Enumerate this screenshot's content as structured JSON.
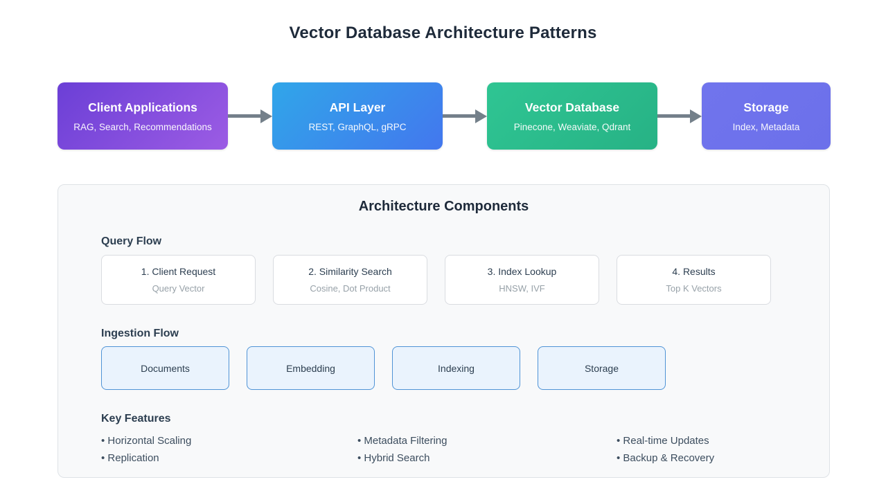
{
  "page": {
    "title": "Vector Database Architecture Patterns"
  },
  "flow": {
    "nodes": [
      {
        "title": "Client Applications",
        "subtitle": "RAG, Search, Recommendations",
        "gradient_from": "#6b3fd6",
        "gradient_to": "#9c5ce4"
      },
      {
        "title": "API Layer",
        "subtitle": "REST, GraphQL, gRPC",
        "gradient_from": "#30a6e9",
        "gradient_to": "#4377ee"
      },
      {
        "title": "Vector Database",
        "subtitle": "Pinecone, Weaviate, Qdrant",
        "gradient_from": "#2fc593",
        "gradient_to": "#27b285"
      },
      {
        "title": "Storage",
        "subtitle": "Index, Metadata",
        "gradient_from": "#7074ed",
        "gradient_to": "#6c70ea"
      }
    ],
    "arrow_color": "#74808a"
  },
  "panel": {
    "title": "Architecture Components",
    "query_flow": {
      "heading": "Query Flow",
      "steps": [
        {
          "title": "1. Client Request",
          "subtitle": "Query Vector"
        },
        {
          "title": "2. Similarity Search",
          "subtitle": "Cosine, Dot Product"
        },
        {
          "title": "3. Index Lookup",
          "subtitle": "HNSW, IVF"
        },
        {
          "title": "4. Results",
          "subtitle": "Top K Vectors"
        }
      ]
    },
    "ingestion_flow": {
      "heading": "Ingestion Flow",
      "stages": [
        "Documents",
        "Embedding",
        "Indexing",
        "Storage"
      ]
    },
    "key_features": {
      "heading": "Key Features",
      "columns": [
        {
          "items": [
            "• Horizontal Scaling",
            "• Replication"
          ]
        },
        {
          "items": [
            "• Metadata Filtering",
            "• Hybrid Search"
          ]
        },
        {
          "items": [
            "• Real-time Updates",
            "• Backup & Recovery"
          ]
        }
      ]
    }
  },
  "colors": {
    "title_text": "#1e2a3a",
    "panel_bg": "#f8f9fa",
    "panel_border": "#dee2e6",
    "card_border": "#d9dce0",
    "ingestion_bg": "#eaf3fd",
    "ingestion_border": "#4f93d6",
    "arrow": "#74808a"
  }
}
